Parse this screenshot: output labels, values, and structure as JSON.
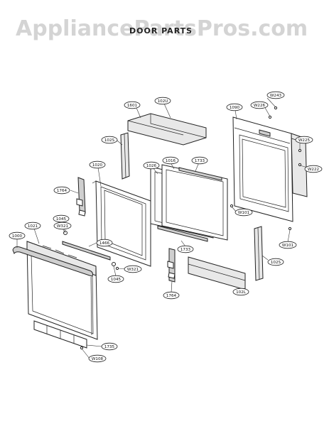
{
  "watermark": "AppliancePartsPros.com",
  "title": "DOOR PARTS",
  "parts": {
    "p1601": "1601",
    "p102u": "102U",
    "p1090": "1090",
    "pw243": "W243",
    "pw226": "W226",
    "pw225": "W225",
    "pw222": "W222",
    "p102s_a": "102S",
    "p1020": "1020",
    "p1026": "1026",
    "p1016": "1016",
    "p1733_a": "1733",
    "p1764_a": "1764",
    "p1045_a": "1045",
    "pw321_a": "W321",
    "p1021": "1021",
    "p1000": "1000",
    "p1466": "1466",
    "pw321_b": "W321",
    "p1045_b": "1045",
    "pw101_a": "W101",
    "p1733_b": "1733",
    "pw101_b": "W101",
    "p102s_b": "102S",
    "p1764_b": "1764",
    "p102l": "102L",
    "p1735": "1735",
    "pw108": "W108"
  }
}
